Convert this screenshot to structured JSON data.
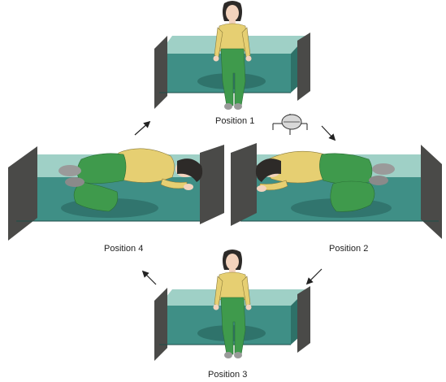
{
  "labels": {
    "position_1": "Position 1",
    "position_2": "Position 2",
    "position_3": "Position 3",
    "position_4": "Position 4"
  },
  "colors": {
    "mattress_top": "#3f8f86",
    "mattress_side": "#2e7168",
    "headboard": "#4a4a48",
    "shirt": "#e6cf72",
    "pants": "#3f9a4c",
    "skin": "#f3d3bd",
    "hair": "#2d2a28",
    "shoes": "#9a9a9a",
    "arrow": "#222222"
  },
  "icons": [
    "arrow-icon",
    "head-rotation-icon"
  ]
}
